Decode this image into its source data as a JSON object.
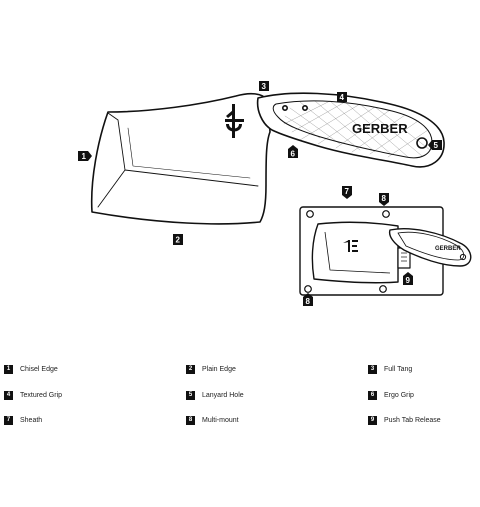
{
  "brand": "GERBER",
  "callouts": [
    {
      "number": "1",
      "label": "Chisel Edge"
    },
    {
      "number": "2",
      "label": "Plain Edge"
    },
    {
      "number": "3",
      "label": "Full Tang"
    },
    {
      "number": "4",
      "label": "Textured Grip"
    },
    {
      "number": "5",
      "label": "Lanyard Hole"
    },
    {
      "number": "6",
      "label": "Ergo Grip"
    },
    {
      "number": "7",
      "label": "Sheath"
    },
    {
      "number": "8",
      "label": "Multi-mount"
    },
    {
      "number": "9",
      "label": "Push Tab Release"
    }
  ]
}
